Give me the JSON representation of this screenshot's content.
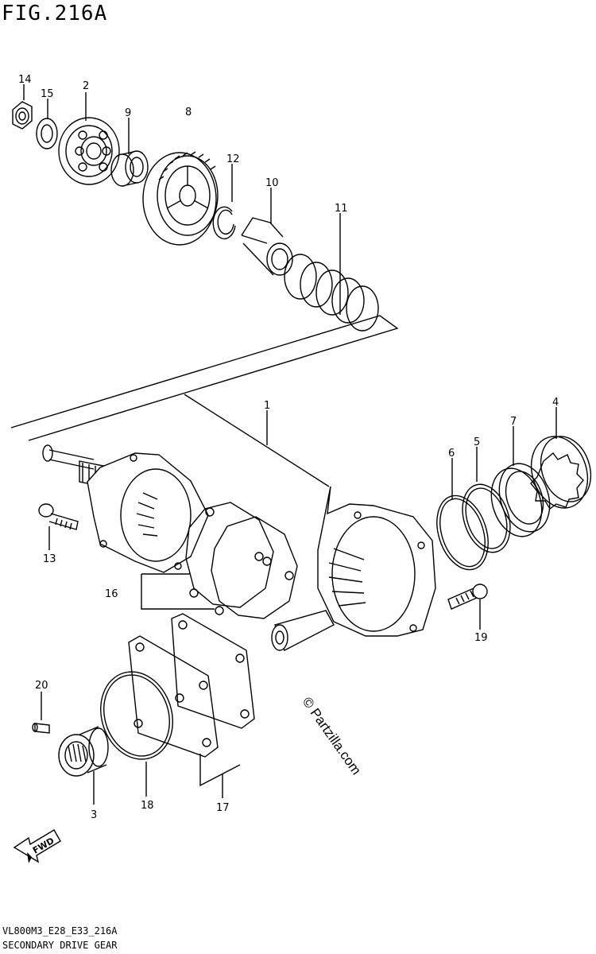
{
  "figure": {
    "title": "FIG.216A"
  },
  "footer": {
    "code": "VL800M3_E28_E33_216A",
    "name": "SECONDARY DRIVE GEAR"
  },
  "watermark": "© Partzilla.com",
  "fwd_label": "FWD",
  "callouts": {
    "p1": "1",
    "p2": "2",
    "p3": "3",
    "p4": "4",
    "p5": "5",
    "p6": "6",
    "p7": "7",
    "p8": "8",
    "p9": "9",
    "p10": "10",
    "p11": "11",
    "p12": "12",
    "p13": "13",
    "p14": "14",
    "p15": "15",
    "p16": "16",
    "p17": "17",
    "p18": "18",
    "p19": "19",
    "p20": "20"
  }
}
